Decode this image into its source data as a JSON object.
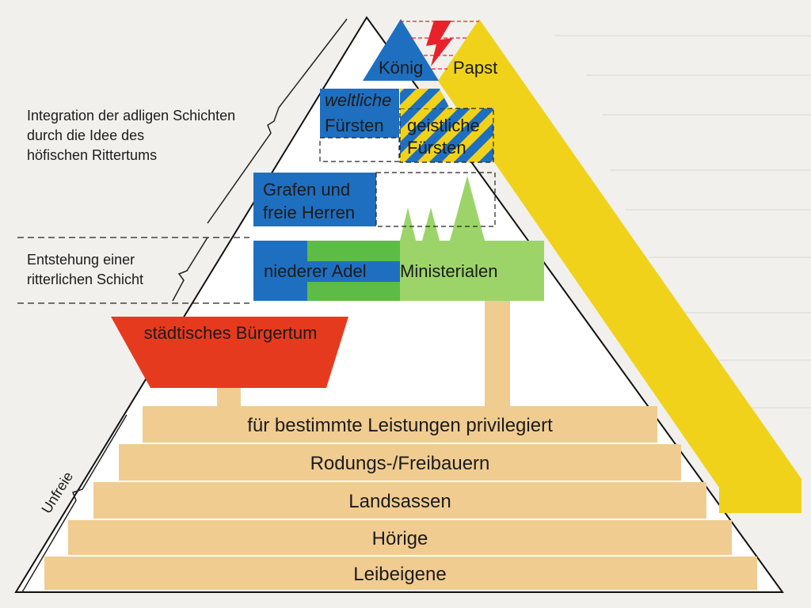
{
  "hierarchy": {
    "top": {
      "koenig": "König",
      "papst": "Papst"
    },
    "fuersten": {
      "weltliche": [
        "weltliche",
        "Fürsten"
      ],
      "geistliche": [
        "geistliche",
        "Fürsten"
      ]
    },
    "grafen": [
      "Grafen und",
      "freie Herren"
    ],
    "adel": {
      "niederer": "niederer Adel",
      "ministerialen": "Ministerialen"
    },
    "buergertum": "städtisches Bürgertum"
  },
  "steps": [
    "für bestimmte Leistungen privilegiert",
    "Rodungs-/Freibauern",
    "Landsassen",
    "Hörige",
    "Leibeigene"
  ],
  "side_labels": {
    "integration": [
      "Integration der adligen Schichten",
      "durch die Idee des",
      "höfischen Rittertums"
    ],
    "entstehung": [
      "Entstehung einer",
      "ritterlichen Schicht"
    ],
    "unfreie": "Unfreie"
  },
  "colors": {
    "blue": "#1f6fc0",
    "yellow": "#f0d21a",
    "green": "#5cbc45",
    "light_green": "#9cd46a",
    "red": "#e63a1f",
    "tan": "#f0cc91",
    "lightning": "#e8212b"
  }
}
